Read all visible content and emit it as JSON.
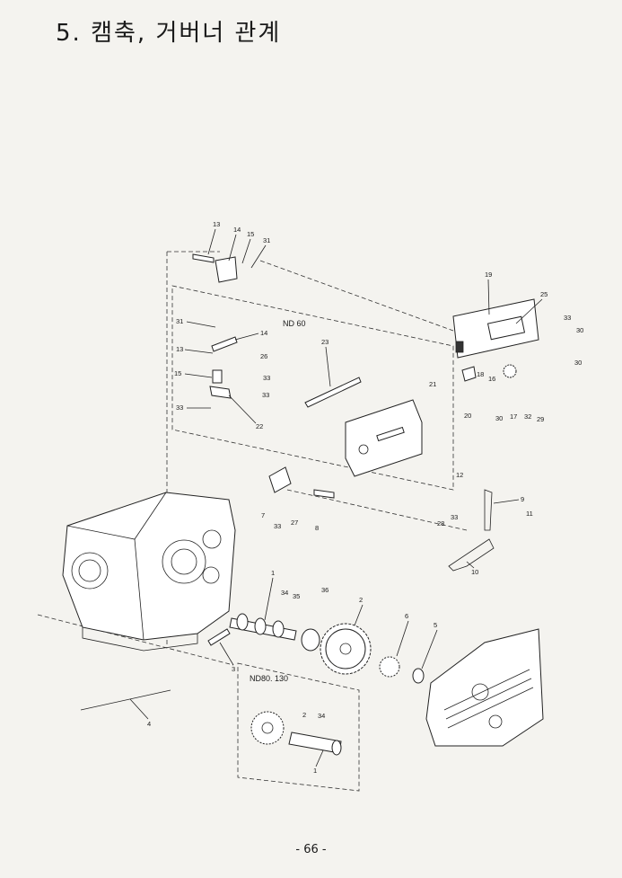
{
  "page": {
    "title": "5. 캠축, 거버너 관계",
    "page_number": "- 66 -"
  },
  "figure": {
    "group_labels": {
      "nd60": "ND 60",
      "nd80_130": "ND80. 130"
    },
    "part_labels": [
      "13",
      "14",
      "15",
      "31",
      "19",
      "25",
      "33",
      "30",
      "30",
      "31",
      "14",
      "13",
      "26",
      "15",
      "33",
      "33",
      "33",
      "22",
      "23",
      "21",
      "18",
      "16",
      "20",
      "30",
      "17",
      "32",
      "29",
      "12",
      "9",
      "11",
      "28",
      "33",
      "10",
      "7",
      "33",
      "27",
      "8",
      "1",
      "34",
      "35",
      "36",
      "2",
      "6",
      "5",
      "3",
      "4",
      "2",
      "34",
      "1"
    ]
  }
}
